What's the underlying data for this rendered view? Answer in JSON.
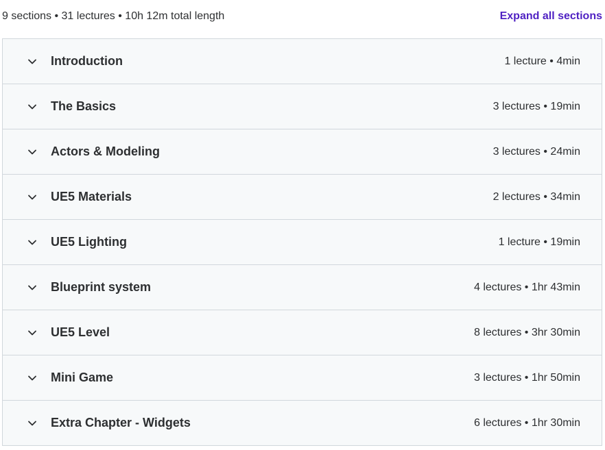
{
  "header": {
    "summary": "9 sections • 31 lectures • 10h 12m total length",
    "expand_label": "Expand all sections"
  },
  "icons": {
    "section_toggle": "chevron-down-icon"
  },
  "colors": {
    "accent": "#5022c3",
    "row_background": "#f7f9fa",
    "border": "#d1d7dc",
    "text": "#2d2f31"
  },
  "sections": [
    {
      "title": "Introduction",
      "meta": "1 lecture • 4min"
    },
    {
      "title": "The Basics",
      "meta": "3 lectures • 19min"
    },
    {
      "title": "Actors & Modeling",
      "meta": "3 lectures • 24min"
    },
    {
      "title": "UE5 Materials",
      "meta": "2 lectures • 34min"
    },
    {
      "title": "UE5 Lighting",
      "meta": "1 lecture • 19min"
    },
    {
      "title": "Blueprint system",
      "meta": "4 lectures • 1hr 43min"
    },
    {
      "title": "UE5 Level",
      "meta": "8 lectures • 3hr 30min"
    },
    {
      "title": "Mini Game",
      "meta": "3 lectures • 1hr 50min"
    },
    {
      "title": "Extra Chapter - Widgets",
      "meta": "6 lectures • 1hr 30min"
    }
  ]
}
